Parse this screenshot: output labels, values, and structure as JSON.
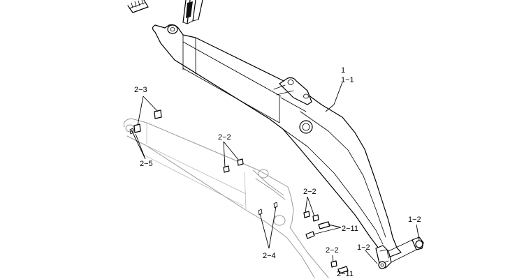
{
  "callouts": {
    "c1": "1",
    "c1_1": "1−1",
    "c1_2a": "1−2",
    "c1_2b": "1−2",
    "c2_2a": "2−2",
    "c2_2b": "2−2",
    "c2_2c": "2−2",
    "c2_3": "2−3",
    "c2_4": "2−4",
    "c2_5": "2−5",
    "c2_11a": "2−11",
    "c2_11b": "2−11"
  }
}
